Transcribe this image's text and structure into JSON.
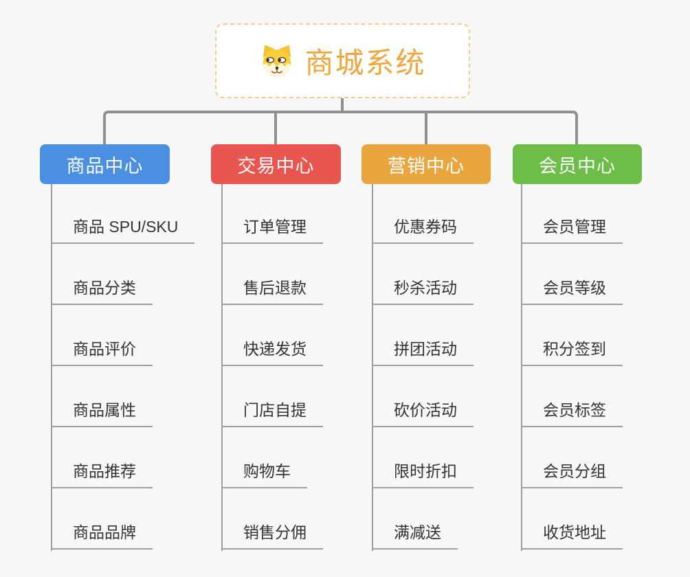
{
  "root": {
    "title": "商城系统",
    "icon": "shiba-dog"
  },
  "branches": [
    {
      "label": "商品中心",
      "color": "#4a8fe2",
      "items": [
        "商品 SPU/SKU",
        "商品分类",
        "商品评价",
        "商品属性",
        "商品推荐",
        "商品品牌"
      ]
    },
    {
      "label": "交易中心",
      "color": "#e9564f",
      "items": [
        "订单管理",
        "售后退款",
        "快递发货",
        "门店自提",
        "购物车",
        "销售分佣"
      ]
    },
    {
      "label": "营销中心",
      "color": "#e9a63e",
      "items": [
        "优惠券码",
        "秒杀活动",
        "拼团活动",
        "砍价活动",
        "限时折扣",
        "满减送"
      ]
    },
    {
      "label": "会员中心",
      "color": "#6cbe48",
      "items": [
        "会员管理",
        "会员等级",
        "积分签到",
        "会员标签",
        "会员分组",
        "收货地址"
      ]
    }
  ],
  "colors": {
    "background": "#f7f7f7",
    "root_title": "#f0a63c",
    "root_border": "#f2cb8d",
    "connector_thick": "#8f8f8f",
    "connector_thin": "#9e9e9e",
    "leaf_text": "#333333"
  }
}
